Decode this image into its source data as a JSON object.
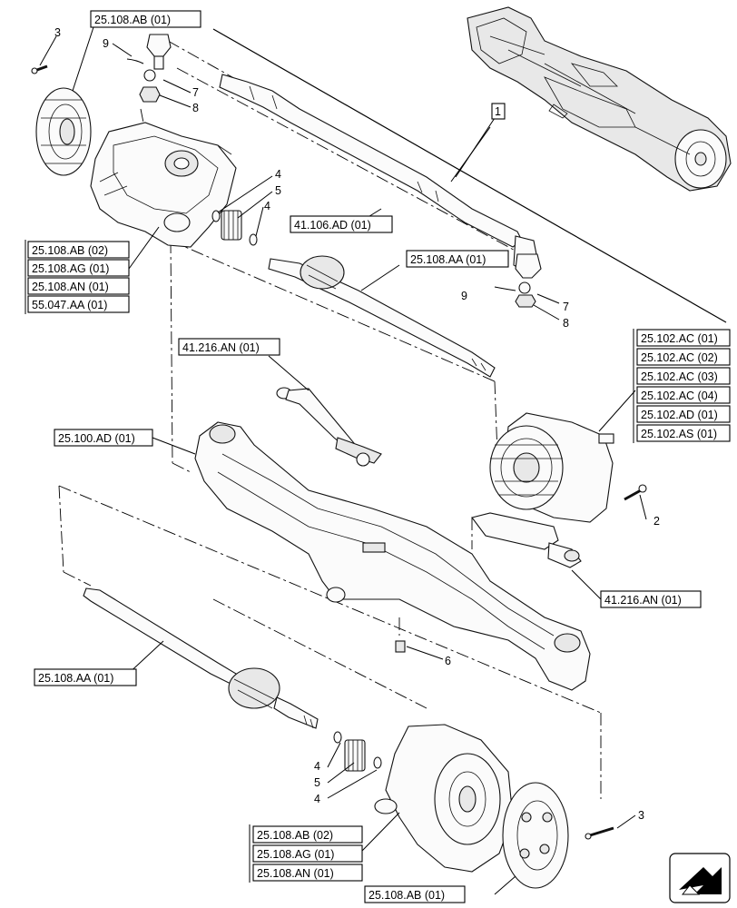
{
  "callouts": {
    "c3_top": "3",
    "c9_top": "9",
    "c7_top": "7",
    "c8_top": "8",
    "c4_a": "4",
    "c5_a": "5",
    "c4_b": "4",
    "c1": "1",
    "c9_mid": "9",
    "c7_mid": "7",
    "c8_mid": "8",
    "c2": "2",
    "c6": "6",
    "c4_c": "4",
    "c5_c": "5",
    "c4_d": "4",
    "c3_bot": "3"
  },
  "references": {
    "top_left_hub": "25.108.AB (01)",
    "left_group": [
      "25.108.AB (02)",
      "25.108.AG (01)",
      "25.108.AN (01)",
      "55.047.AA (01)"
    ],
    "tie_rod": "41.106.AD (01)",
    "upper_shaft": "25.108.AA (01)",
    "steering_cyl_top": "41.216.AN (01)",
    "diff_group": [
      "25.102.AC (01)",
      "25.102.AC (02)",
      "25.102.AC (03)",
      "25.102.AC (04)",
      "25.102.AD (01)",
      "25.102.AS (01)"
    ],
    "axle_housing": "25.100.AD (01)",
    "steering_cyl_right": "41.216.AN (01)",
    "lower_shaft": "25.108.AA (01)",
    "bottom_group": [
      "25.108.AB (02)",
      "25.108.AG (01)",
      "25.108.AN (01)"
    ],
    "bottom_hub": "25.108.AB (01)"
  },
  "nav_icon": "next-page-arrow-icon"
}
